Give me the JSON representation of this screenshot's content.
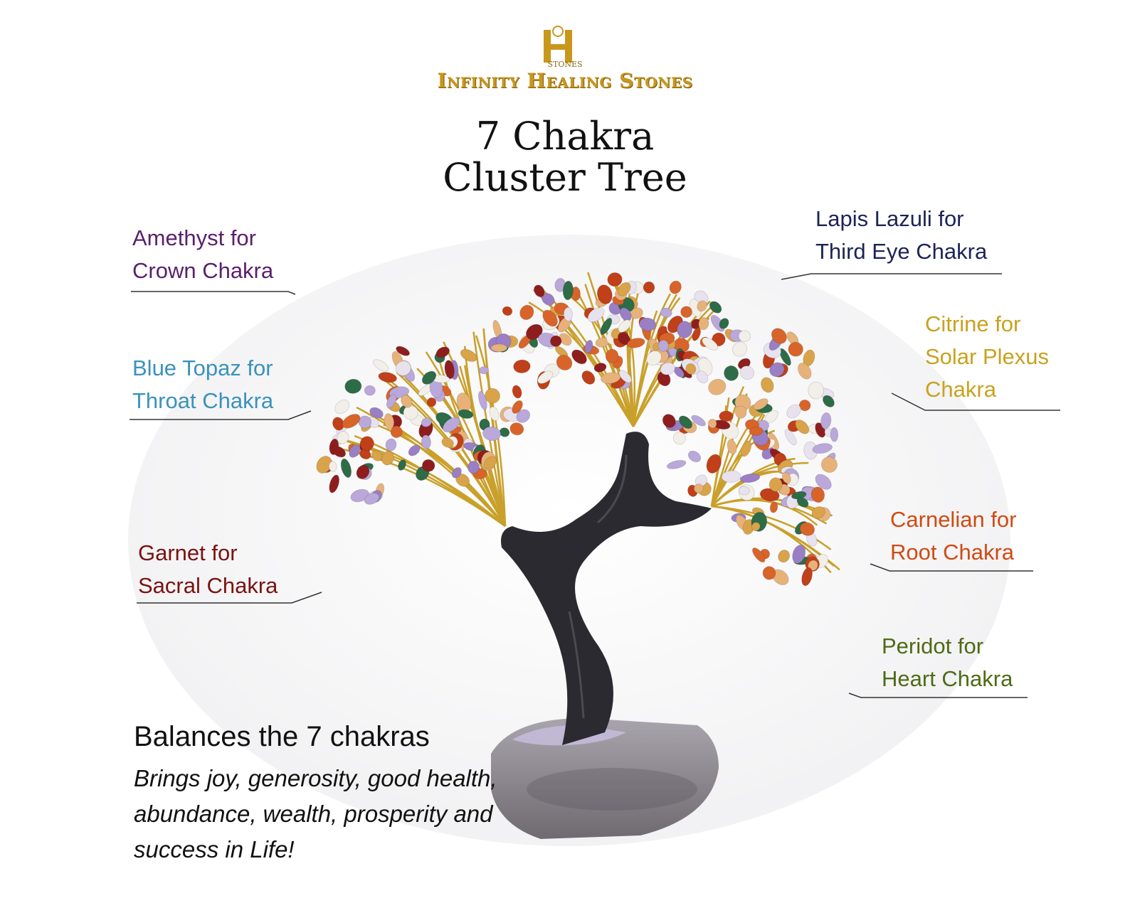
{
  "brand": {
    "name": "Infinity Healing Stones",
    "sub": "STONES",
    "colors": {
      "gold": "#c9971c",
      "gold_dark": "#8a6a12"
    }
  },
  "title": {
    "line1": "7 Chakra",
    "line2": "Cluster Tree"
  },
  "labels": [
    {
      "id": "amethyst",
      "line1": "Amethyst for",
      "line2": "Crown Chakra",
      "color": "#5a1f6e"
    },
    {
      "id": "blue-topaz",
      "line1": "Blue Topaz for",
      "line2": "Throat Chakra",
      "color": "#3a92bd"
    },
    {
      "id": "garnet",
      "line1": "Garnet for",
      "line2": "Sacral Chakra",
      "color": "#7a1212"
    },
    {
      "id": "lapis",
      "line1": "Lapis Lazuli for",
      "line2": "Third Eye Chakra",
      "color": "#1c2456"
    },
    {
      "id": "citrine",
      "line1": "Citrine for",
      "line2": "Solar Plexus",
      "line3": "Chakra",
      "color": "#c9a21e"
    },
    {
      "id": "carnelian",
      "line1": "Carnelian for",
      "line2": "Root Chakra",
      "color": "#d14a12"
    },
    {
      "id": "peridot",
      "line1": "Peridot for",
      "line2": "Heart Chakra",
      "color": "#4e6b14"
    }
  ],
  "bottom": {
    "heading": "Balances the 7 chakras",
    "line1": "Brings joy, generosity, good health,",
    "line2": "abundance, wealth, prosperity and",
    "line3": "success in Life!"
  },
  "gem_colors": [
    "#c0401a",
    "#d8642a",
    "#2e6b47",
    "#b9a8d9",
    "#e8e2ef",
    "#e6b27a",
    "#8e1e1e",
    "#f2efe9",
    "#9a7fc4",
    "#d9a34a"
  ]
}
